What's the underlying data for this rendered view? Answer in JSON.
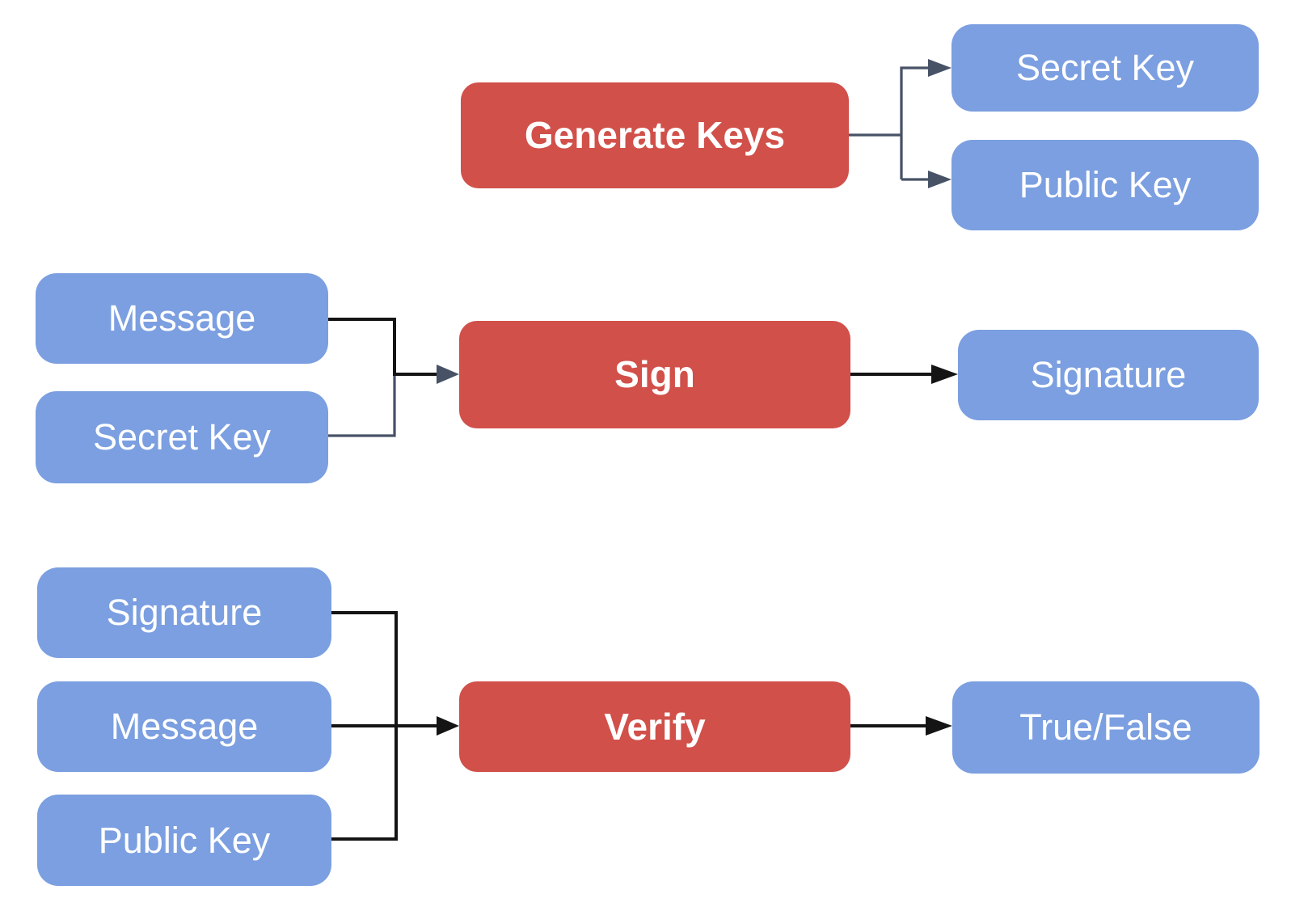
{
  "diagram": {
    "colors": {
      "process_fill": "#d1504a",
      "data_fill": "#7b9fe0",
      "label_text": "#ffffff",
      "edge_dark": "#475266",
      "edge_black": "#141414"
    },
    "nodes": {
      "generate_keys": {
        "label": "Generate Keys",
        "type": "process"
      },
      "secret_key_out": {
        "label": "Secret Key",
        "type": "data"
      },
      "public_key_out": {
        "label": "Public Key",
        "type": "data"
      },
      "message_sign": {
        "label": "Message",
        "type": "data"
      },
      "secret_key_sign": {
        "label": "Secret Key",
        "type": "data"
      },
      "sign": {
        "label": "Sign",
        "type": "process"
      },
      "signature_out": {
        "label": "Signature",
        "type": "data"
      },
      "signature_verify": {
        "label": "Signature",
        "type": "data"
      },
      "message_verify": {
        "label": "Message",
        "type": "data"
      },
      "public_key_verify": {
        "label": "Public Key",
        "type": "data"
      },
      "verify": {
        "label": "Verify",
        "type": "process"
      },
      "true_false": {
        "label": "True/False",
        "type": "data"
      }
    },
    "edges": [
      {
        "from": "generate_keys",
        "to": "secret_key_out"
      },
      {
        "from": "generate_keys",
        "to": "public_key_out"
      },
      {
        "from": "message_sign",
        "to": "sign"
      },
      {
        "from": "secret_key_sign",
        "to": "sign"
      },
      {
        "from": "sign",
        "to": "signature_out"
      },
      {
        "from": "signature_verify",
        "to": "verify"
      },
      {
        "from": "message_verify",
        "to": "verify"
      },
      {
        "from": "public_key_verify",
        "to": "verify"
      },
      {
        "from": "verify",
        "to": "true_false"
      }
    ]
  }
}
